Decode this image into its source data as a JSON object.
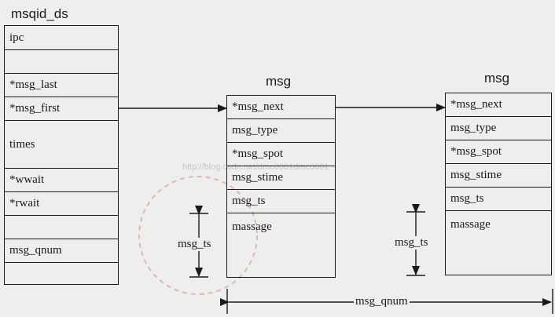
{
  "msqid_ds": {
    "title": "msqid_ds",
    "fields": [
      "ipc",
      "",
      "*msg_last",
      "*msg_first",
      "times",
      "*wwait",
      "*rwait",
      "",
      "msg_qnum",
      ""
    ]
  },
  "msg_boxes": [
    {
      "title": "msg",
      "fields": [
        "*msg_next",
        "msg_type",
        "*msg_spot",
        "msg_stime",
        "msg_ts",
        "massage"
      ]
    },
    {
      "title": "msg",
      "fields": [
        "*msg_next",
        "msg_type",
        "*msg_spot",
        "msg_stime",
        "msg_ts",
        "massage"
      ]
    }
  ],
  "annotations": {
    "msg_ts_1": "msg_ts",
    "msg_ts_2": "msg_ts",
    "msg_qnum": "msg_qnum"
  },
  "watermark": "http://blog.csdn.net/dmc0001dmc0001",
  "colors": {
    "line": "#1a1a1a",
    "background": "#eeeeed"
  }
}
